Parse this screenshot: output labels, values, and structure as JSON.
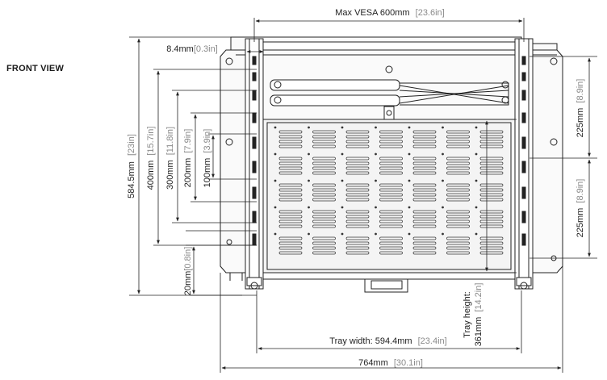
{
  "view_label": "FRONT VIEW",
  "dimensions": {
    "max_vesa": {
      "metric": "Max VESA 600mm",
      "imperial": "[23.6in]"
    },
    "offset_8": {
      "metric": "8.4mm",
      "imperial": "[0.3in]"
    },
    "total_height": {
      "metric": "584.5mm",
      "imperial": "[23in]"
    },
    "vesa_400": {
      "metric": "400mm",
      "imperial": "[15.7in]"
    },
    "vesa_300": {
      "metric": "300mm",
      "imperial": "[11.8in]"
    },
    "vesa_200": {
      "metric": "200mm",
      "imperial": "[7.9in]"
    },
    "vesa_100": {
      "metric": "100mm",
      "imperial": "[3.9in]"
    },
    "bottom_20": {
      "metric": "20mm",
      "imperial": "[0.8in]"
    },
    "right_upper": {
      "metric": "225mm",
      "imperial": "[8.9in]"
    },
    "right_lower": {
      "metric": "225mm",
      "imperial": "[8.9in]"
    },
    "tray_height": {
      "label": "Tray height:",
      "metric": "361mm",
      "imperial": "[14.2in]"
    },
    "tray_width": {
      "metric": "Tray width: 594.4mm",
      "imperial": "[23.4in]"
    },
    "total_width": {
      "metric": "764mm",
      "imperial": "[30.1in]"
    }
  },
  "colors": {
    "line": "#222222",
    "fill_light": "#f2f2f2",
    "dim_gray": "#8a8a8a"
  }
}
